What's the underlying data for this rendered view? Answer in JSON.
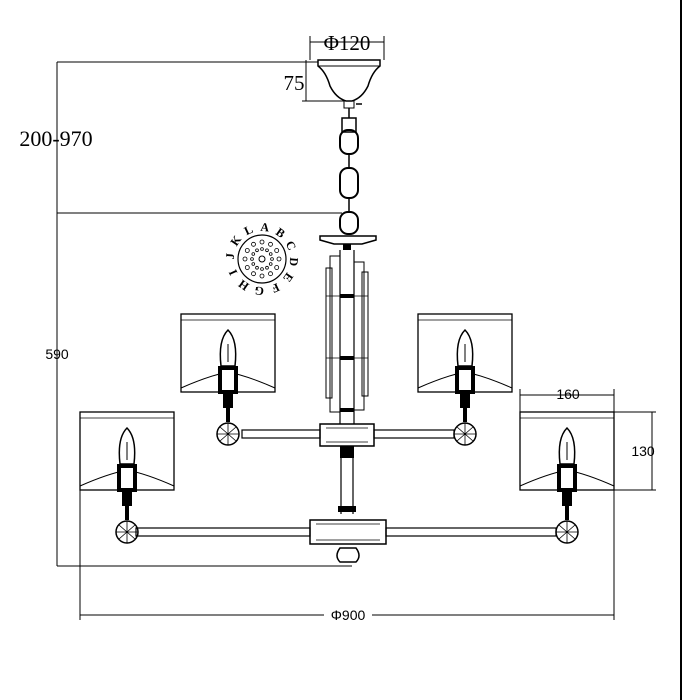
{
  "dimensions": {
    "canopy_diameter": "Φ120",
    "canopy_height": "75",
    "chain_range": "200-970",
    "total_height": "590",
    "shade_width": "160",
    "shade_height": "130",
    "overall_diameter": "Φ900"
  },
  "crystal_badge": {
    "letters": [
      "A",
      "B",
      "C",
      "D",
      "E",
      "F",
      "G",
      "H",
      "I",
      "J",
      "K",
      "L"
    ]
  },
  "colors": {
    "line": "#000000",
    "background": "#ffffff"
  }
}
